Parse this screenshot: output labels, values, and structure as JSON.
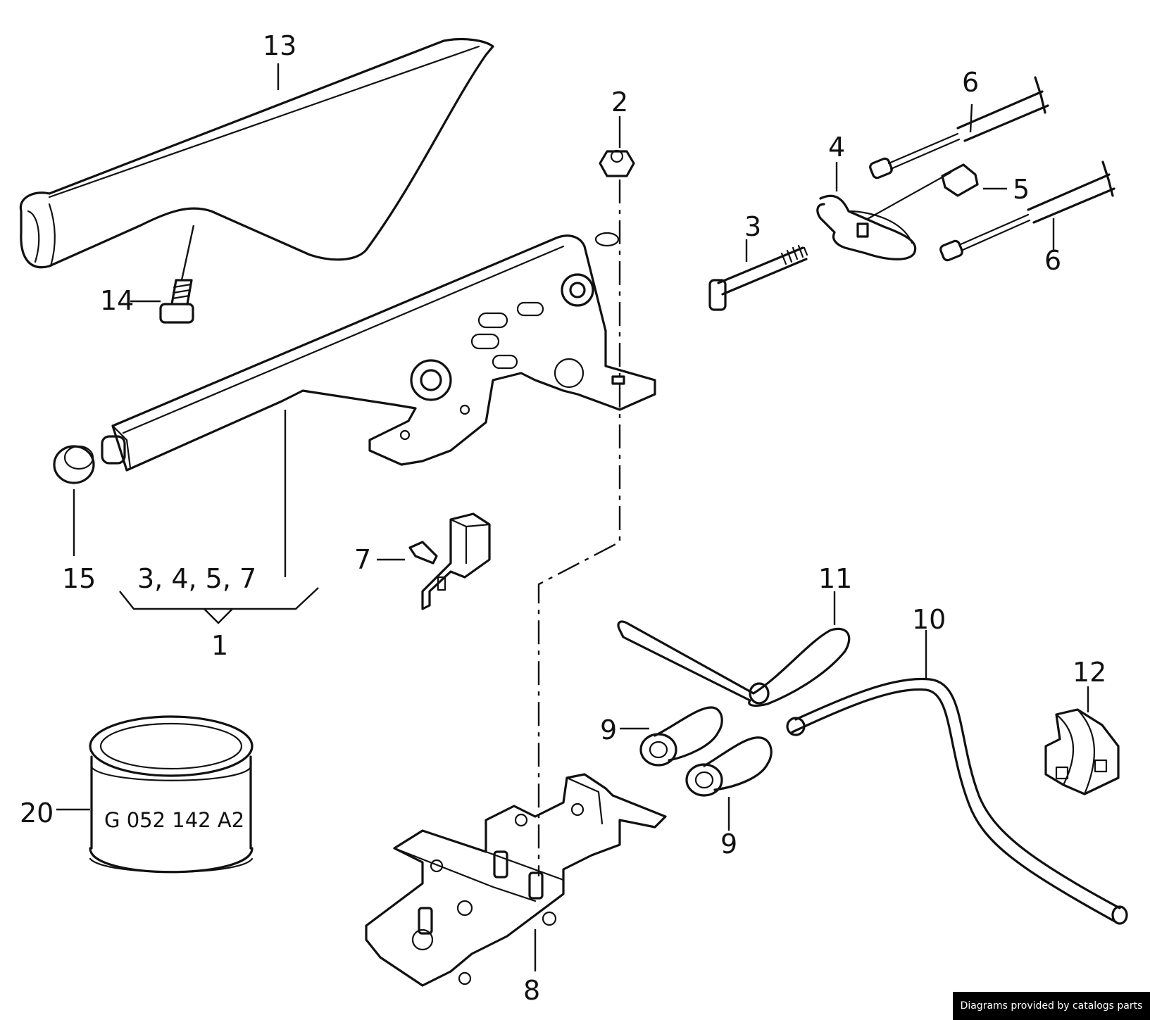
{
  "callouts": {
    "c1": "1",
    "c2": "2",
    "c3": "3",
    "c4": "4",
    "c5": "5",
    "c6a": "6",
    "c6b": "6",
    "c7": "7",
    "c8": "8",
    "c9a": "9",
    "c9b": "9",
    "c10": "10",
    "c11": "11",
    "c12": "12",
    "c13": "13",
    "c14": "14",
    "c15": "15",
    "c20": "20",
    "group": "3, 4, 5, 7"
  },
  "grease_tin": {
    "code": "G 052 142 A2"
  },
  "watermark": {
    "text": "Diagrams provided by catalogs parts"
  }
}
